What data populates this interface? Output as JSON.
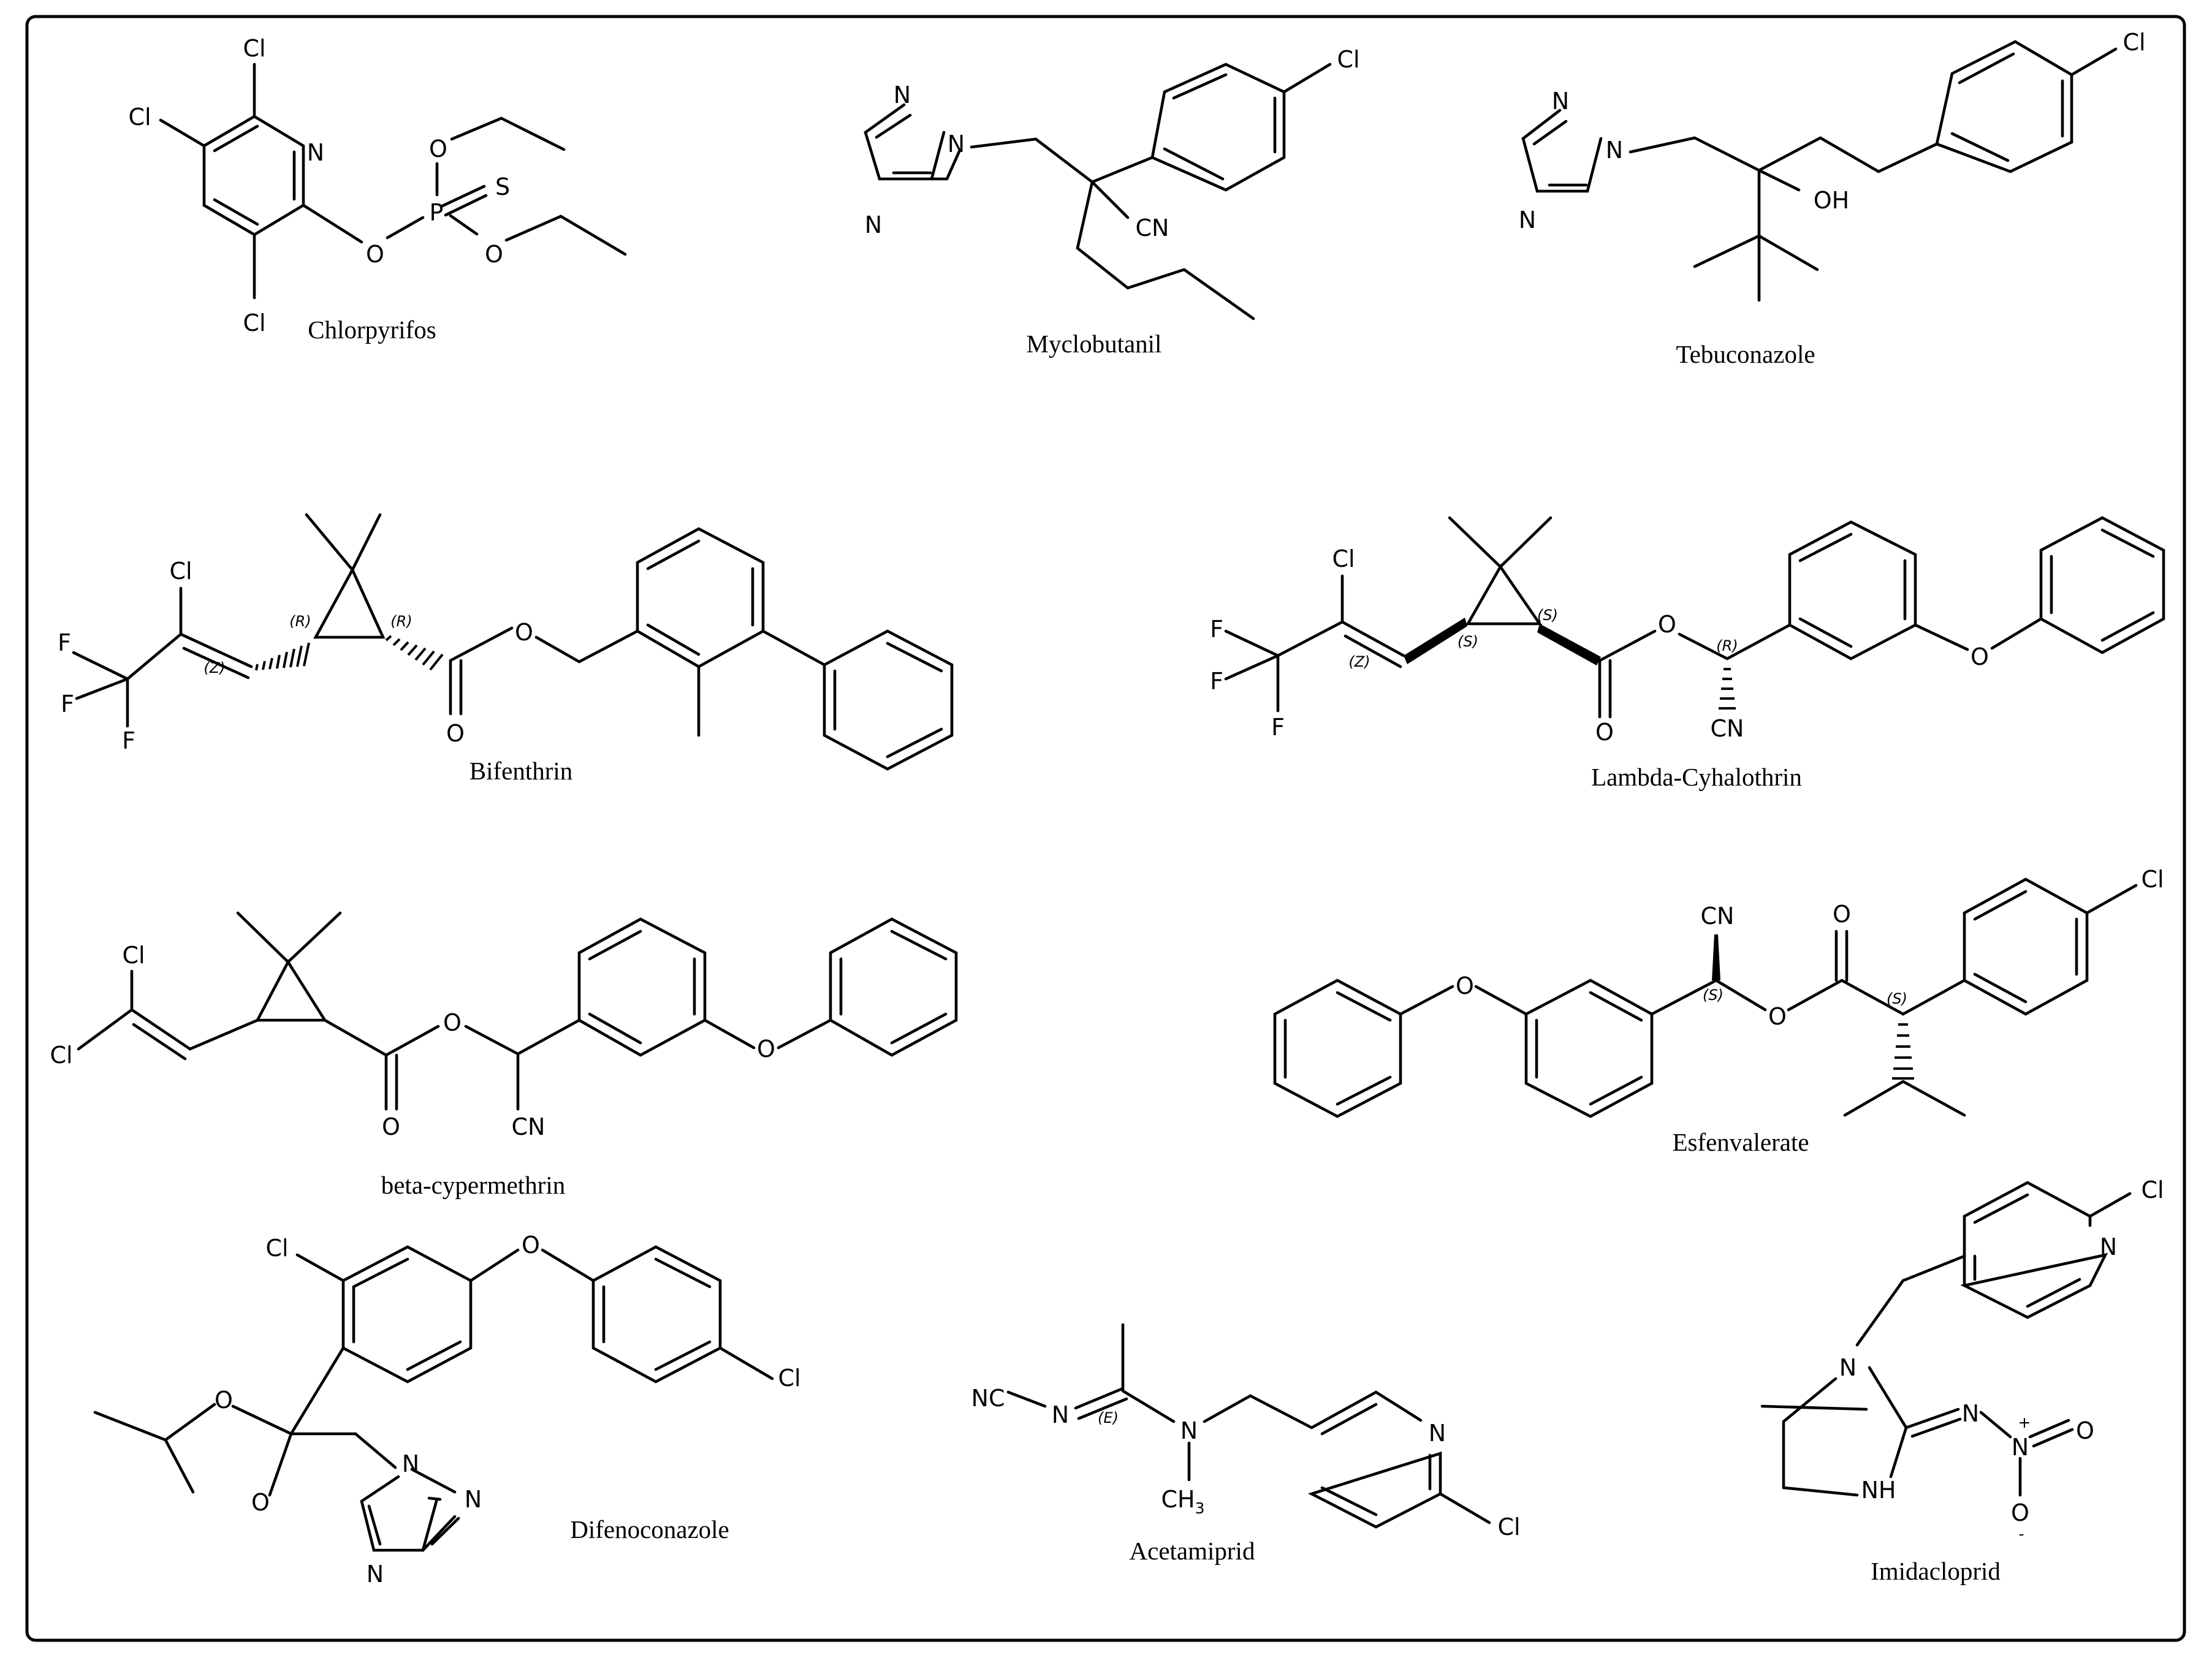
{
  "compounds": [
    {
      "name": "Chlorpyrifos",
      "atoms": {
        "cl1": "Cl",
        "cl2": "Cl",
        "cl3": "Cl",
        "n": "N",
        "o_ring": "O",
        "p": "P",
        "s": "S",
        "o_up": "O",
        "o_right": "O"
      }
    },
    {
      "name": "Myclobutanil",
      "atoms": {
        "n1": "N",
        "n2": "N",
        "n4": "N",
        "cl": "Cl",
        "cn": "CN"
      }
    },
    {
      "name": "Tebuconazole",
      "atoms": {
        "n1": "N",
        "n2": "N",
        "n4": "N",
        "cl": "Cl",
        "oh": "OH"
      }
    },
    {
      "name": "Bifenthrin",
      "atoms": {
        "cl": "Cl",
        "f1": "F",
        "f2": "F",
        "f3": "F",
        "o_ester": "O",
        "o_carbonyl": "O"
      },
      "stereo": {
        "s1": "(R)",
        "s2": "(R)",
        "db": "(Z)"
      }
    },
    {
      "name": "Lambda-Cyhalothrin",
      "atoms": {
        "cl": "Cl",
        "f1": "F",
        "f2": "F",
        "f3": "F",
        "o_ester": "O",
        "o_carbonyl": "O",
        "cn": "CN",
        "o_ether": "O"
      },
      "stereo": {
        "s1": "(S)",
        "s2": "(S)",
        "s3": "(R)",
        "db": "(Z)"
      }
    },
    {
      "name": "beta-cypermethrin",
      "atoms": {
        "cl1": "Cl",
        "cl2": "Cl",
        "o_ester": "O",
        "o_carbonyl": "O",
        "cn": "CN",
        "o_ether": "O"
      }
    },
    {
      "name": "Esfenvalerate",
      "atoms": {
        "o_ether": "O",
        "cn": "CN",
        "o_ester": "O",
        "o_carbonyl": "O",
        "cl": "Cl"
      },
      "stereo": {
        "s1": "(S)",
        "s2": "(S)"
      }
    },
    {
      "name": "Difenoconazole",
      "atoms": {
        "cl1": "Cl",
        "o_bridge": "O",
        "cl2": "Cl",
        "o1": "O",
        "o2": "O",
        "n1": "N",
        "n2": "N",
        "n4": "N"
      }
    },
    {
      "name": "Acetamiprid",
      "atoms": {
        "nc": "NC",
        "n_imine": "N",
        "n_amine": "N",
        "ch3": "CH",
        "ch3_sub": "3",
        "n_py": "N",
        "cl": "Cl"
      },
      "stereo": {
        "db": "(E)"
      }
    },
    {
      "name": "Imidacloprid",
      "atoms": {
        "cl": "Cl",
        "n_py": "N",
        "n_ring": "N",
        "nh": "NH",
        "n_exo": "N",
        "n_nitro": "N",
        "plus": "+",
        "o1": "O",
        "o2": "O",
        "minus": "-"
      }
    }
  ]
}
